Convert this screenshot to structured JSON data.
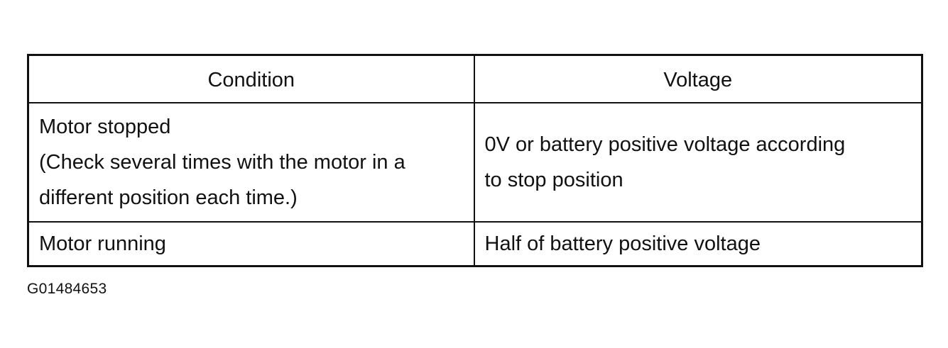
{
  "table": {
    "headers": [
      "Condition",
      "Voltage"
    ],
    "rows": [
      {
        "condition_lines": [
          "Motor stopped",
          "(Check several times with the motor in a",
          "different position each time.)"
        ],
        "voltage_lines": [
          "0V or battery positive voltage according",
          "to stop position"
        ]
      },
      {
        "condition_lines": [
          "Motor running"
        ],
        "voltage_lines": [
          "Half of battery positive voltage"
        ]
      }
    ]
  },
  "figure_code": "G01484653"
}
